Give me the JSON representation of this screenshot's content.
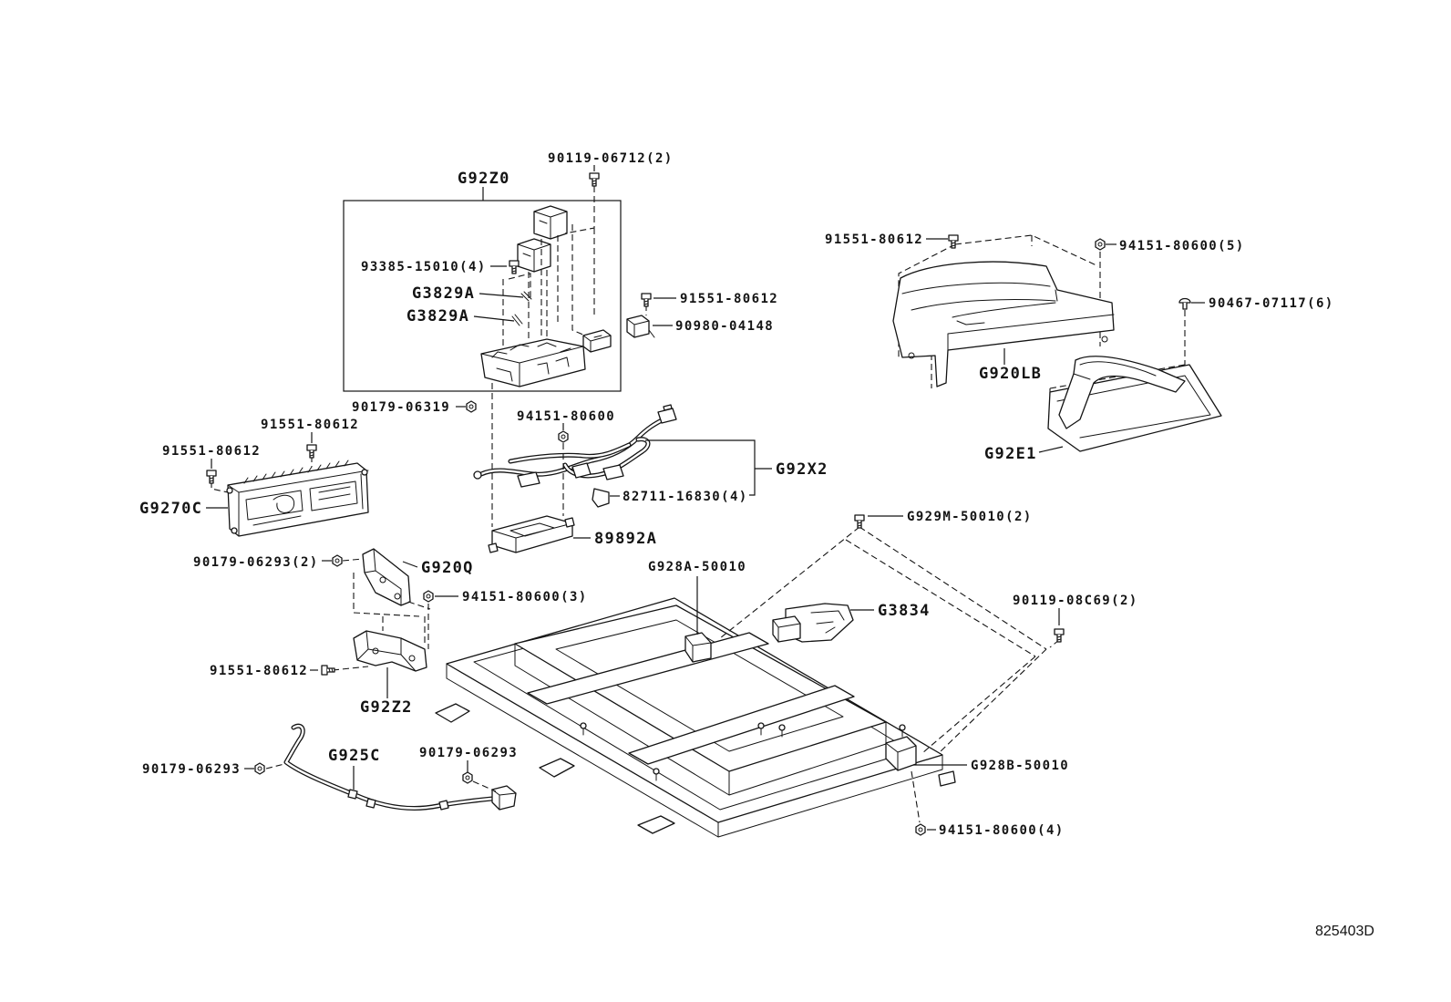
{
  "colors": {
    "ink": "#141414",
    "background": "#ffffff"
  },
  "diagram_code": "825403D",
  "callouts": [
    {
      "text": "90119-06712(2)"
    },
    {
      "text": "G92Z0"
    },
    {
      "text": "93385-15010(4)"
    },
    {
      "text": "G3829A"
    },
    {
      "text": "G3829A"
    },
    {
      "text": "91551-80612"
    },
    {
      "text": "90980-04148"
    },
    {
      "text": "90179-06319"
    },
    {
      "text": "94151-80600"
    },
    {
      "text": "91551-80612"
    },
    {
      "text": "91551-80612"
    },
    {
      "text": "G92X2"
    },
    {
      "text": "82711-16830(4)"
    },
    {
      "text": "G9270C"
    },
    {
      "text": "89892A"
    },
    {
      "text": "G929M-50010(2)"
    },
    {
      "text": "90179-06293(2)"
    },
    {
      "text": "G920Q"
    },
    {
      "text": "G928A-50010"
    },
    {
      "text": "94151-80600(3)"
    },
    {
      "text": "G3834"
    },
    {
      "text": "90119-08C69(2)"
    },
    {
      "text": "91551-80612"
    },
    {
      "text": "G92Z2"
    },
    {
      "text": "G925C"
    },
    {
      "text": "90179-06293"
    },
    {
      "text": "90179-06293"
    },
    {
      "text": "G928B-50010"
    },
    {
      "text": "94151-80600(4)"
    },
    {
      "text": "91551-80612"
    },
    {
      "text": "94151-80600(5)"
    },
    {
      "text": "90467-07117(6)"
    },
    {
      "text": "G920LB"
    },
    {
      "text": "G92E1"
    }
  ]
}
